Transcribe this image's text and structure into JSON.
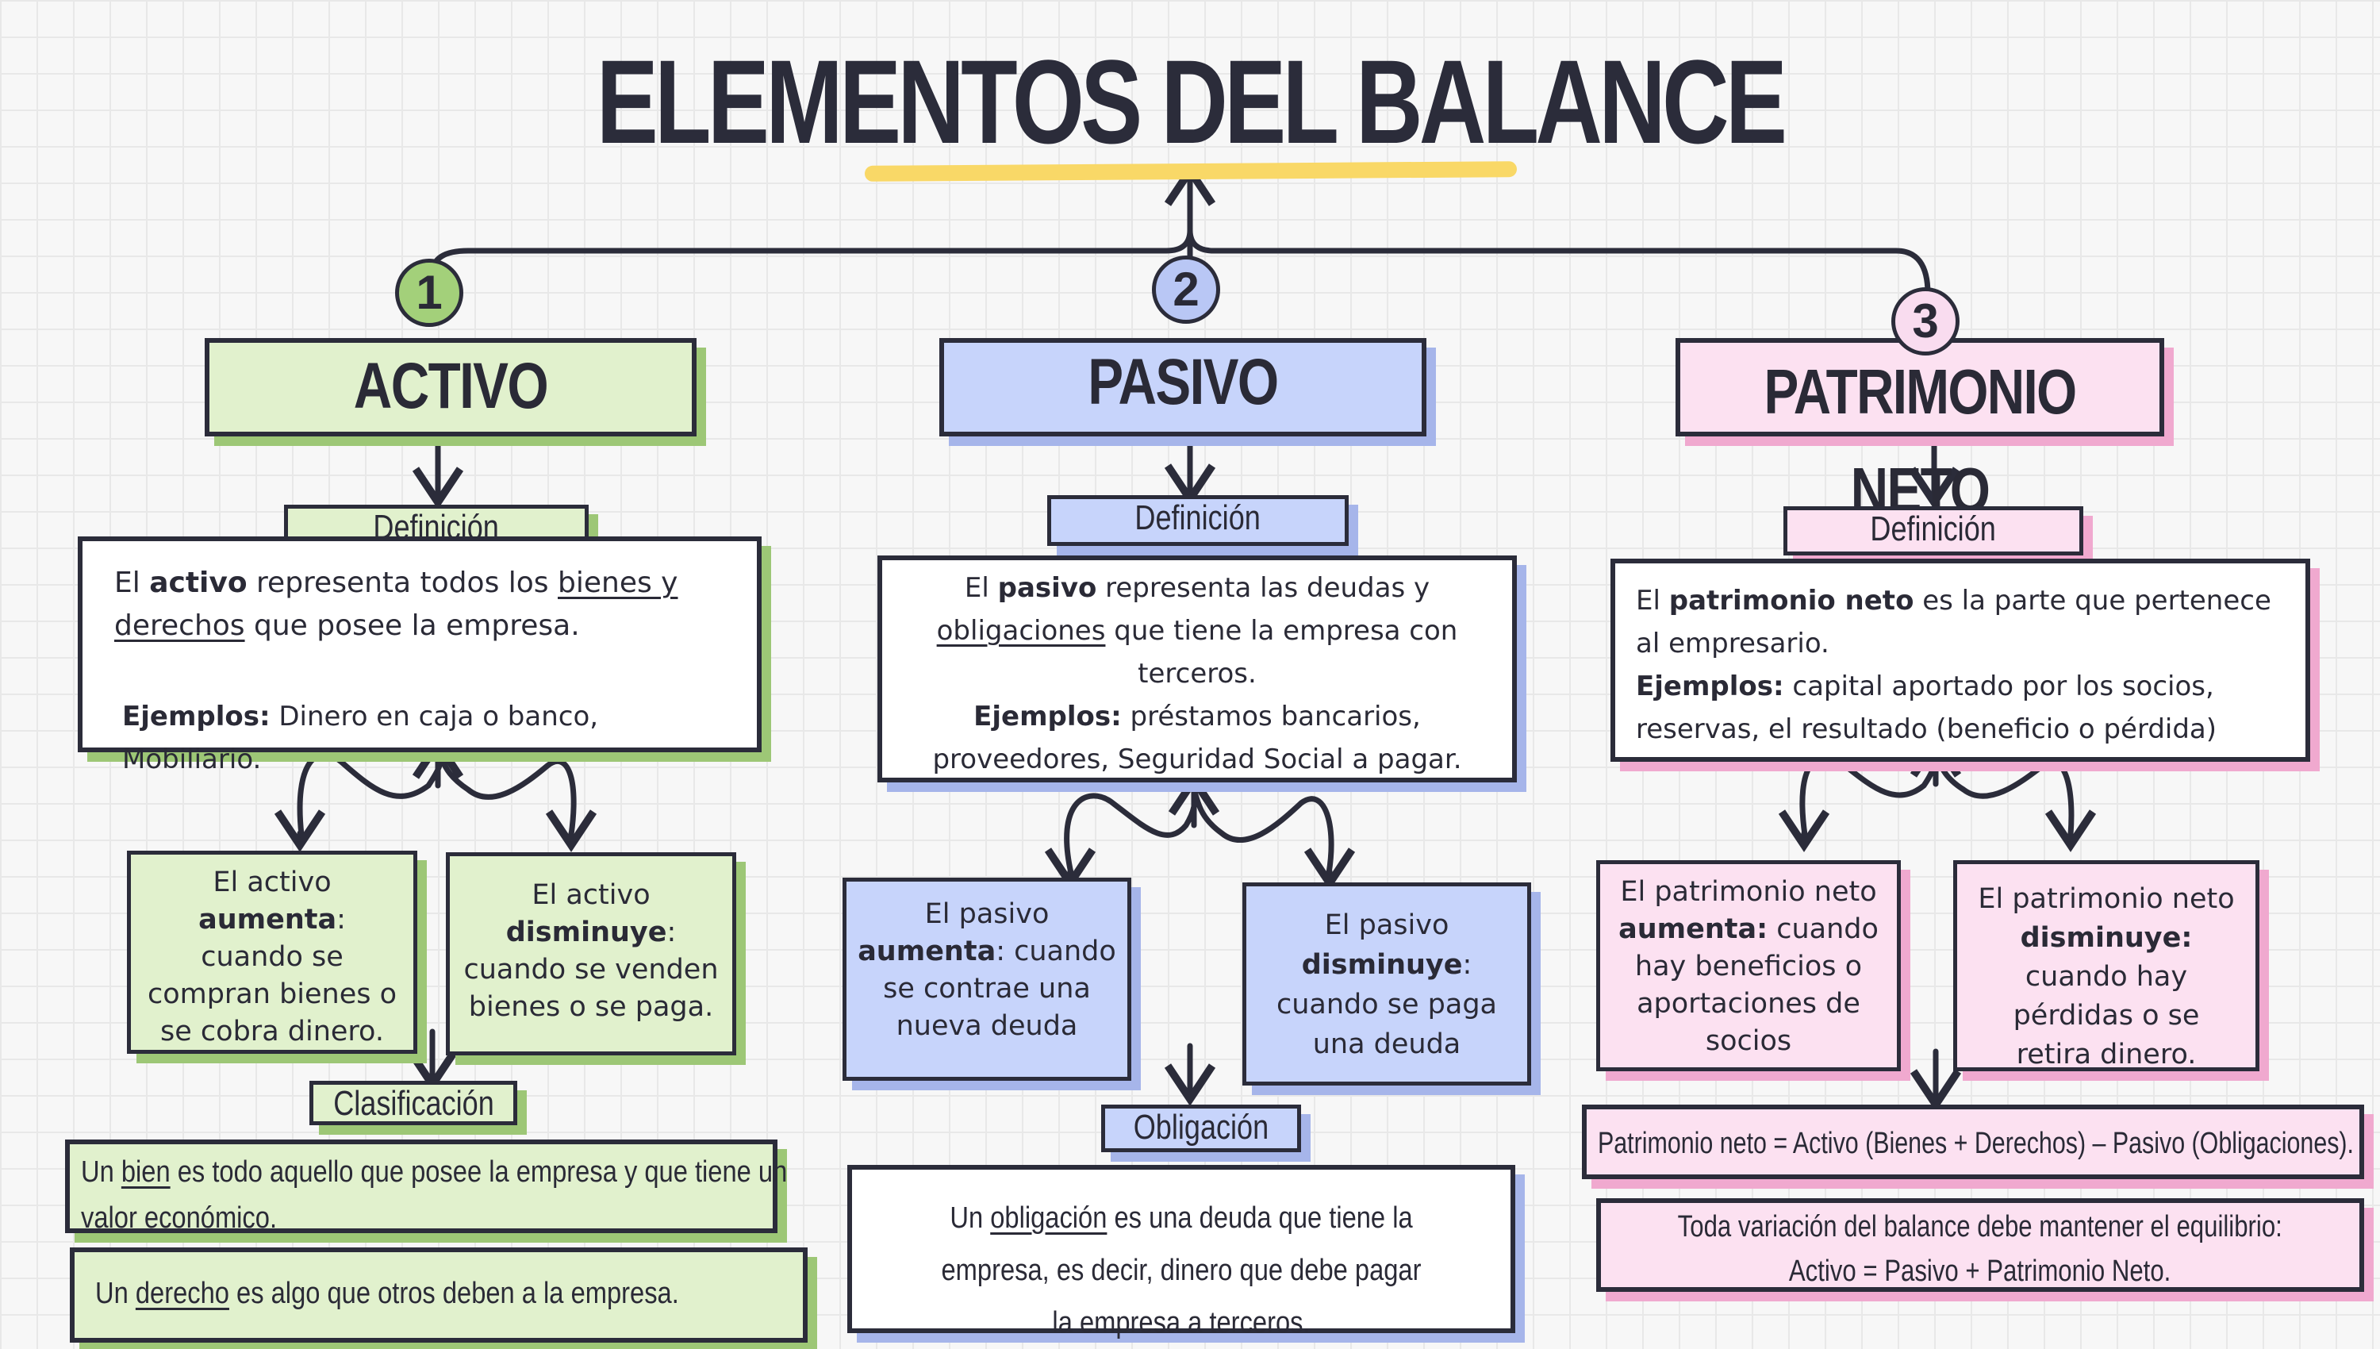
{
  "title": "ELEMENTOS DEL BALANCE",
  "colors": {
    "activo": "#e1f1cd",
    "pasivo": "#c7d4fb",
    "patrimonio": "#fce1f1",
    "underline": "#f9d867",
    "ink": "#2b2c3a"
  },
  "activo": {
    "number": "1",
    "header": "ACTIVO",
    "definition_tag": "Definición",
    "def_pre": "El ",
    "def_bold": "activo",
    "def_mid": " representa todos los ",
    "def_u1": "bienes y",
    "def_u2": "derechos",
    "def_post": " que posee la empresa.",
    "examples_label": "Ejemplos:",
    "examples_text": " Dinero en caja o banco, Mobiliario.",
    "increase": {
      "pre": "El activo",
      "bold": "aumenta",
      "post": ": cuando se compran bienes o se cobra dinero."
    },
    "decrease": {
      "pre": "El activo",
      "bold": "disminuye",
      "post": ": cuando se venden bienes o se paga."
    },
    "classification_tag": "Clasificación",
    "bien": {
      "pre": "Un ",
      "u": "bien",
      "post": " es todo aquello que posee la empresa y  que tiene un valor económico."
    },
    "derecho": {
      "pre": "Un ",
      "u": "derecho",
      "post": " es algo que otros deben a la empresa."
    }
  },
  "pasivo": {
    "number": "2",
    "header": "PASIVO",
    "definition_tag": "Definición",
    "def_pre": "El ",
    "def_bold": "pasivo",
    "def_mid": " representa las deudas y ",
    "def_u": "obligaciones",
    "def_post": " que tiene la empresa con terceros.",
    "examples_label": "Ejemplos:",
    "examples_text": " préstamos bancarios, proveedores, Seguridad Social a pagar.",
    "increase": {
      "pre": "El pasivo",
      "bold": "aumenta",
      "post": ": cuando se contrae una nueva deuda"
    },
    "decrease": {
      "pre": "El pasivo",
      "bold": "disminuye",
      "post": ": cuando se paga una deuda"
    },
    "obligation_tag": "Obligación",
    "obligation": {
      "pre": "Un ",
      "u": "obligación",
      "post": " es una deuda que tiene la empresa, es decir, dinero que debe pagar la empresa a terceros."
    }
  },
  "patrimonio": {
    "number": "3",
    "header": "PATRIMONIO NETO",
    "definition_tag": "Definición",
    "def_pre": "El ",
    "def_bold": "patrimonio neto",
    "def_post": " es la parte que pertenece al empresario.",
    "examples_label": "Ejemplos:",
    "examples_text": " capital aportado por los socios, reservas, el resultado (beneficio o pérdida)",
    "increase": {
      "pre": "El patrimonio neto",
      "bold": "aumenta:",
      "post": " cuando hay beneficios o aportaciones de socios"
    },
    "decrease": {
      "pre": "El patrimonio neto",
      "bold": "disminuye:",
      "post": " cuando hay pérdidas o se retira dinero."
    },
    "formula": "Patrimonio neto = Activo (Bienes + Derechos) –  Pasivo (Obligaciones).",
    "equilibrium_line1": "Toda variación del balance debe mantener el equilibrio:",
    "equilibrium_line2": "Activo = Pasivo + Patrimonio Neto."
  }
}
